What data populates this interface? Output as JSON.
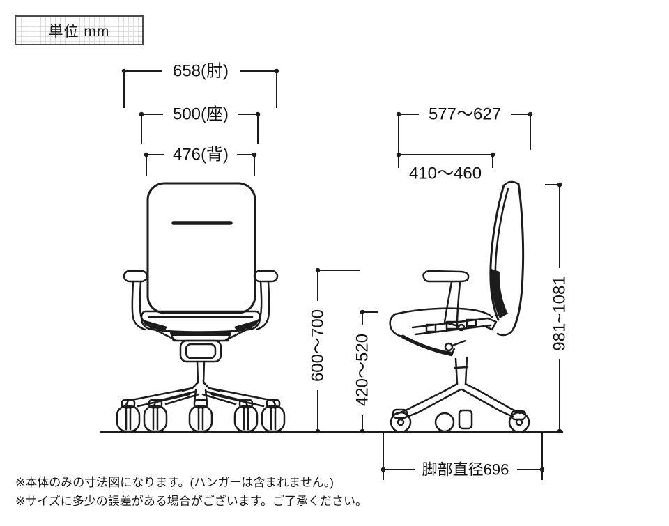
{
  "unit_label": "単位 mm",
  "colors": {
    "line": "#1c1c1c",
    "grid": "#dcdcdc",
    "background": "#ffffff"
  },
  "dimensions": {
    "front_width_armrests": "658(肘)",
    "front_width_seat": "500(座)",
    "front_width_backrest": "476(背)",
    "side_depth_overall": "577～627",
    "side_depth_seat": "410～460",
    "height_armrest": "600～700",
    "height_seat": "420～520",
    "height_overall": "981~1081",
    "base_diameter": "脚部直径696"
  },
  "notes": {
    "line1": "※本体のみの寸法図になります。(ハンガーは含まれません。)",
    "line2": "※サイズに多少の誤差がある場合がございます。ご了承ください。"
  }
}
